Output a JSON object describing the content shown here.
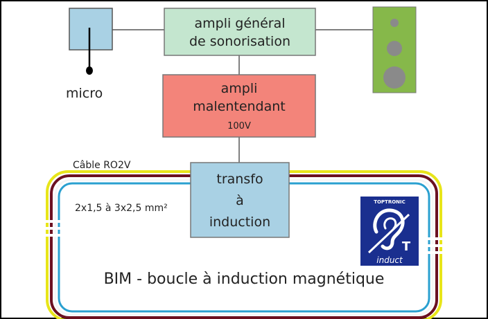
{
  "diagram": {
    "blocks": {
      "amp_general": {
        "line1": "ampli général",
        "line2": "de sonorisation",
        "color": "#c4e6cf"
      },
      "amp_impaired": {
        "line1": "ampli",
        "line2": "malentendant",
        "voltage": "100V",
        "color": "#f3847a"
      },
      "transformer": {
        "line1": "transfo",
        "line2": "à",
        "line3": "induction",
        "color": "#a9d1e4"
      },
      "microphone_box": {
        "color": "#a9d1e4"
      },
      "speaker": {
        "color": "#86b84a",
        "cone_color": "#8a8a8a"
      }
    },
    "labels": {
      "micro": "micro",
      "cable": "Câble RO2V",
      "section": "2x1,5 à 3x2,5 mm²",
      "loop": "BIM - boucle à induction magnétique"
    },
    "logo": {
      "header": "TOPTRONIC",
      "letter": "T",
      "word": "induct",
      "color": "#1a2f8f"
    },
    "loop_colors": [
      "#e8e51a",
      "#6b1020",
      "#f5f5f5",
      "#2aa0d0"
    ]
  }
}
